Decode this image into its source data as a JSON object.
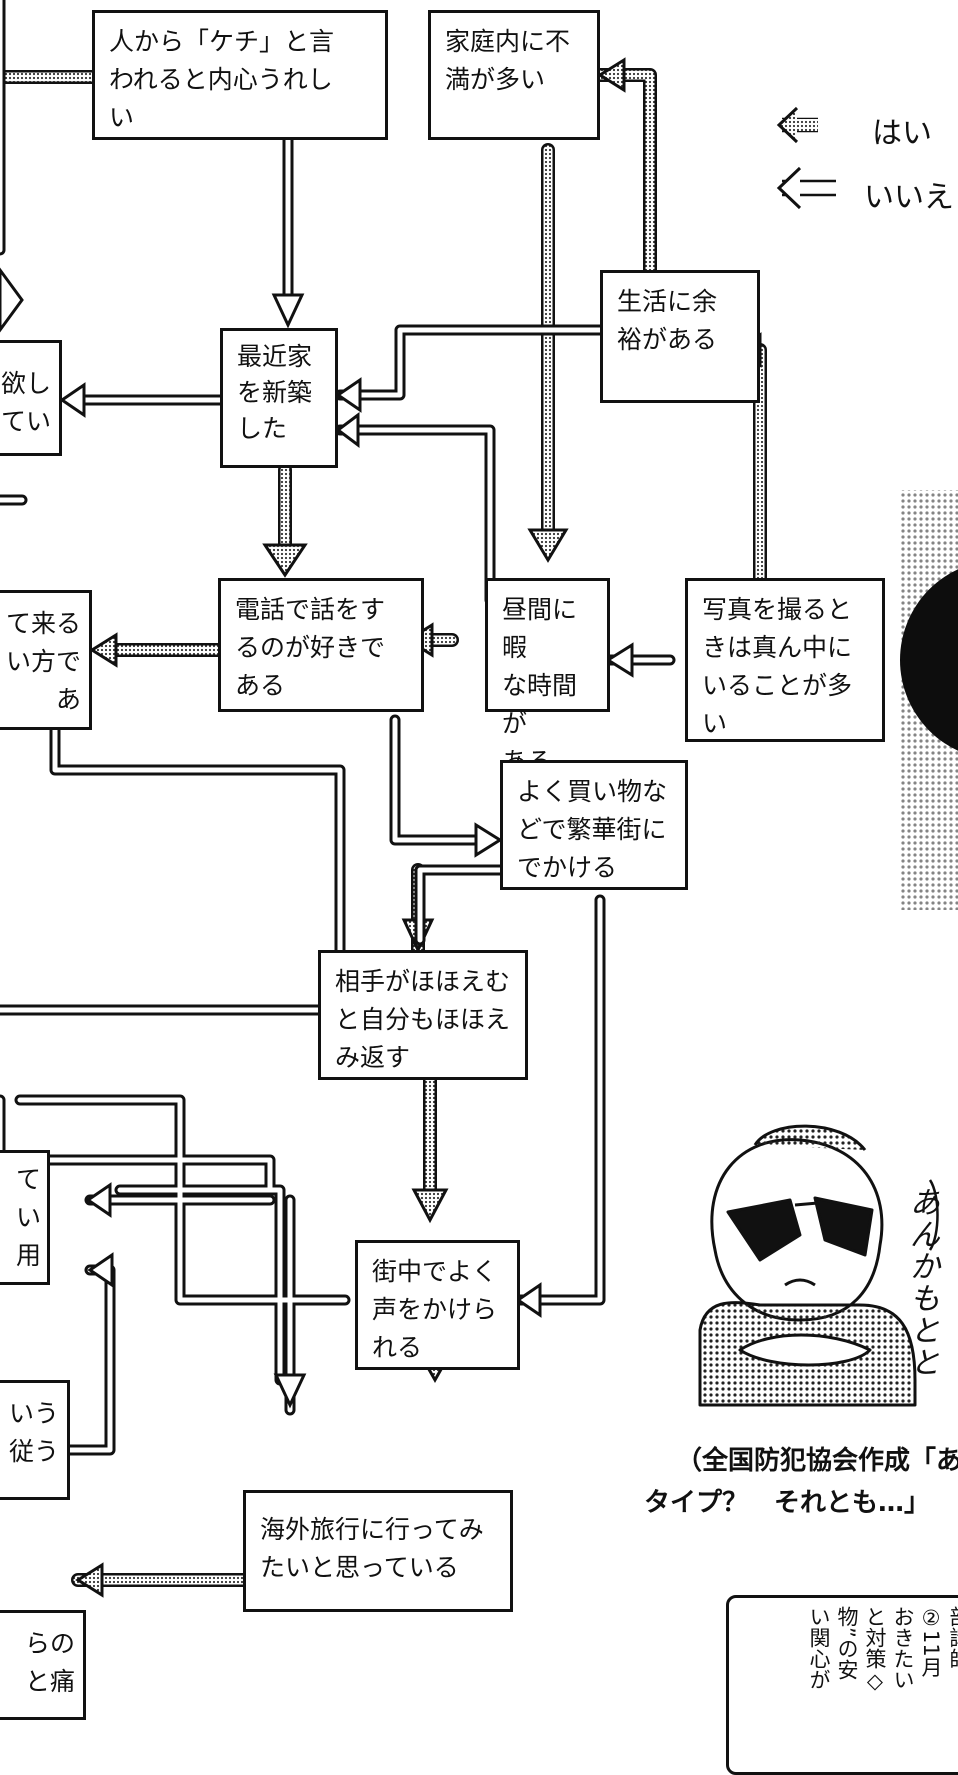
{
  "legend": {
    "yes": "はい",
    "no": "いいえ"
  },
  "boxes": {
    "kechi": "人から「ケチ」と言\nわれると内心うれし\nい",
    "fuman": "家庭内に不\n満が多い",
    "shinchiku": "最近家\nを新築\nした",
    "yoyu": "生活に余\n裕がある",
    "hoshii": "欲し\nてい",
    "denwa": "電話で話をす\nるのが好きで\nある",
    "hima": "昼間に暇\nな時間が\nある",
    "shashin": "写真を撮ると\nきは真ん中に\nいることが多\nい",
    "kuru": "て来る\nい方であ",
    "kaimono": "よく買い物な\nどで繁華街に\nでかける",
    "hohoemu": "相手がほほえむ\nと自分もほほえ\nみ返す",
    "shiyou": "てい\n用す\nる",
    "machinaka": "街中でよく\n声をかけら\nれる",
    "shitagau": "いう\n従う",
    "kaigai": "海外旅行に行ってみ\nたいと思っている",
    "itami": "らの\nと痛"
  },
  "bubble_text": "あん\nかも\nとと",
  "caption": {
    "line1": "（全国防犯協会作成「あな",
    "line2": "タイプ？　それとも…」"
  },
  "notice": {
    "columns": [
      "部講師",
      "②11月",
      "おきたい",
      "と対策◇",
      "物”の安",
      "い関心が"
    ]
  }
}
